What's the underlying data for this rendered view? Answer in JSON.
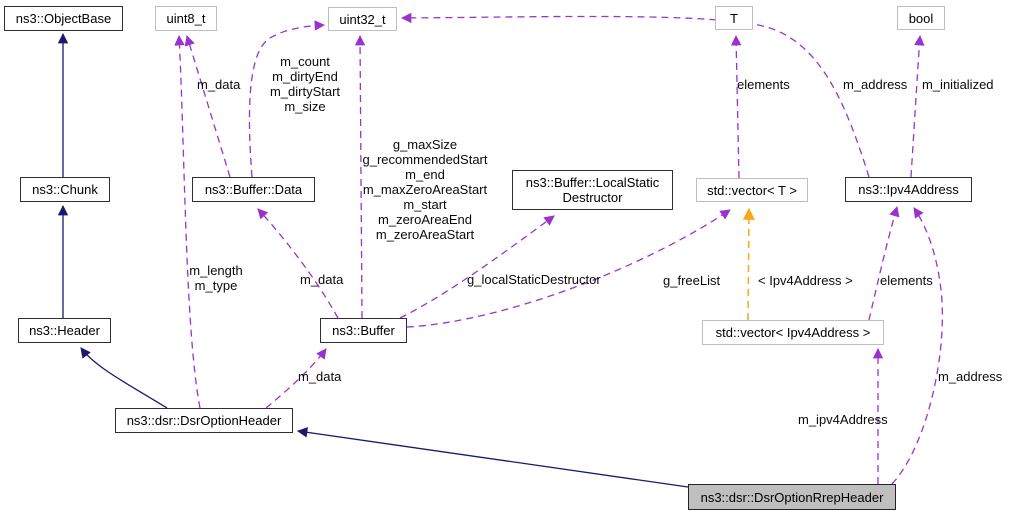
{
  "diagram_type": "doxygen-collaboration-graph",
  "colors": {
    "inheritance_edge": "#191970",
    "member_edge": "#9a32cd",
    "template_edge": "#f7a71c",
    "class_border": "#2f2f2f",
    "template_border": "#bfbfbf",
    "highlight_fill": "#bfbfbf",
    "node_fill": "#ffffff"
  },
  "nodes": [
    {
      "id": "objectbase",
      "label": "ns3::ObjectBase"
    },
    {
      "id": "uint8-t",
      "label": "uint8_t"
    },
    {
      "id": "uint32-t",
      "label": "uint32_t"
    },
    {
      "id": "t",
      "label": "T"
    },
    {
      "id": "bool",
      "label": "bool"
    },
    {
      "id": "chunk",
      "label": "ns3::Chunk"
    },
    {
      "id": "buffer-data",
      "label": "ns3::Buffer::Data"
    },
    {
      "id": "buffer-local-static-destructor",
      "label": "ns3::Buffer::LocalStatic\nDestructor"
    },
    {
      "id": "std-vector-t",
      "label": "std::vector< T >"
    },
    {
      "id": "ipv4address",
      "label": "ns3::Ipv4Address"
    },
    {
      "id": "header",
      "label": "ns3::Header"
    },
    {
      "id": "buffer",
      "label": "ns3::Buffer"
    },
    {
      "id": "std-vector-ipv4address",
      "label": "std::vector< Ipv4Address >"
    },
    {
      "id": "dsr-option-header",
      "label": "ns3::dsr::DsrOptionHeader"
    },
    {
      "id": "dsr-option-rrep-header",
      "label": "ns3::dsr::DsrOptionRrepHeader"
    }
  ],
  "edge_labels": [
    {
      "text": "m_data"
    },
    {
      "text": "m_count\nm_dirtyEnd\nm_dirtyStart\nm_size"
    },
    {
      "text": "g_maxSize\ng_recommendedStart\nm_end\nm_maxZeroAreaStart\nm_start\nm_zeroAreaEnd\nm_zeroAreaStart"
    },
    {
      "text": "elements"
    },
    {
      "text": "m_address"
    },
    {
      "text": "m_initialized"
    },
    {
      "text": "m_length\nm_type"
    },
    {
      "text": "m_data"
    },
    {
      "text": "g_localStaticDestructor"
    },
    {
      "text": "g_freeList"
    },
    {
      "text": "< Ipv4Address >"
    },
    {
      "text": "elements"
    },
    {
      "text": "m_data"
    },
    {
      "text": "m_address"
    },
    {
      "text": "m_ipv4Address"
    }
  ]
}
